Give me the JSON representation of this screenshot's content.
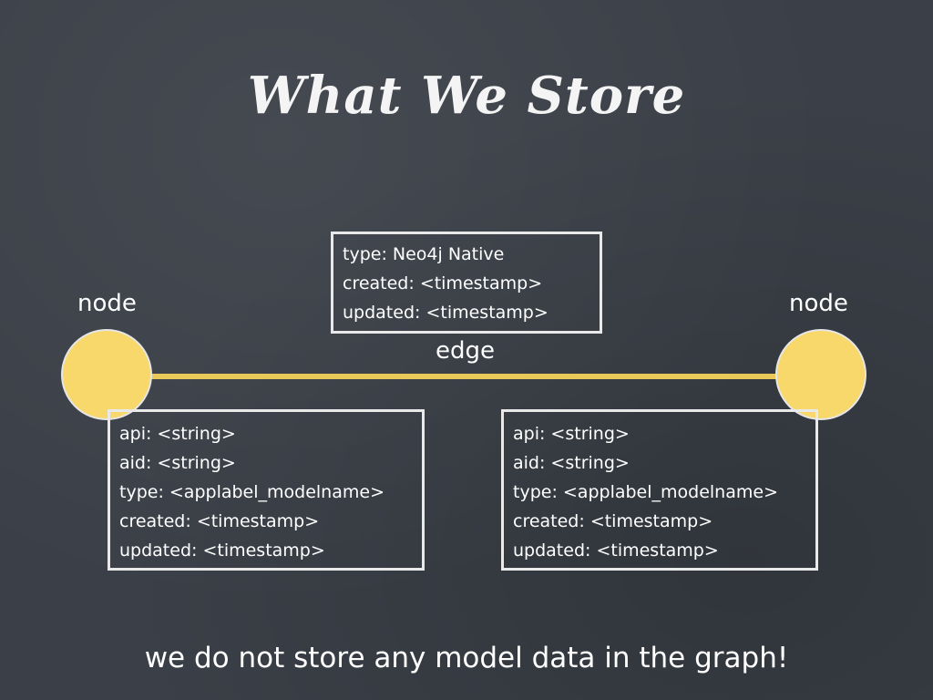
{
  "title": "What We Store",
  "labels": {
    "node_left": "node",
    "node_right": "node",
    "edge": "edge"
  },
  "edge_box": {
    "lines": [
      "type: Neo4j Native",
      "created: <timestamp>",
      "updated: <timestamp>"
    ]
  },
  "left_node_box": {
    "lines": [
      "api: <string>",
      "aid: <string>",
      "type: <applabel_modelname>",
      "created: <timestamp>",
      "updated: <timestamp>"
    ]
  },
  "right_node_box": {
    "lines": [
      "api: <string>",
      "aid: <string>",
      "type: <applabel_modelname>",
      "created: <timestamp>",
      "updated: <timestamp>"
    ]
  },
  "footer": "we do not store any model data in the graph!",
  "colors": {
    "background": "#3b4048",
    "node_fill": "#f8d86a",
    "edge_line": "#e9c957",
    "box_border": "#e9e9e9",
    "text": "#ffffff"
  }
}
